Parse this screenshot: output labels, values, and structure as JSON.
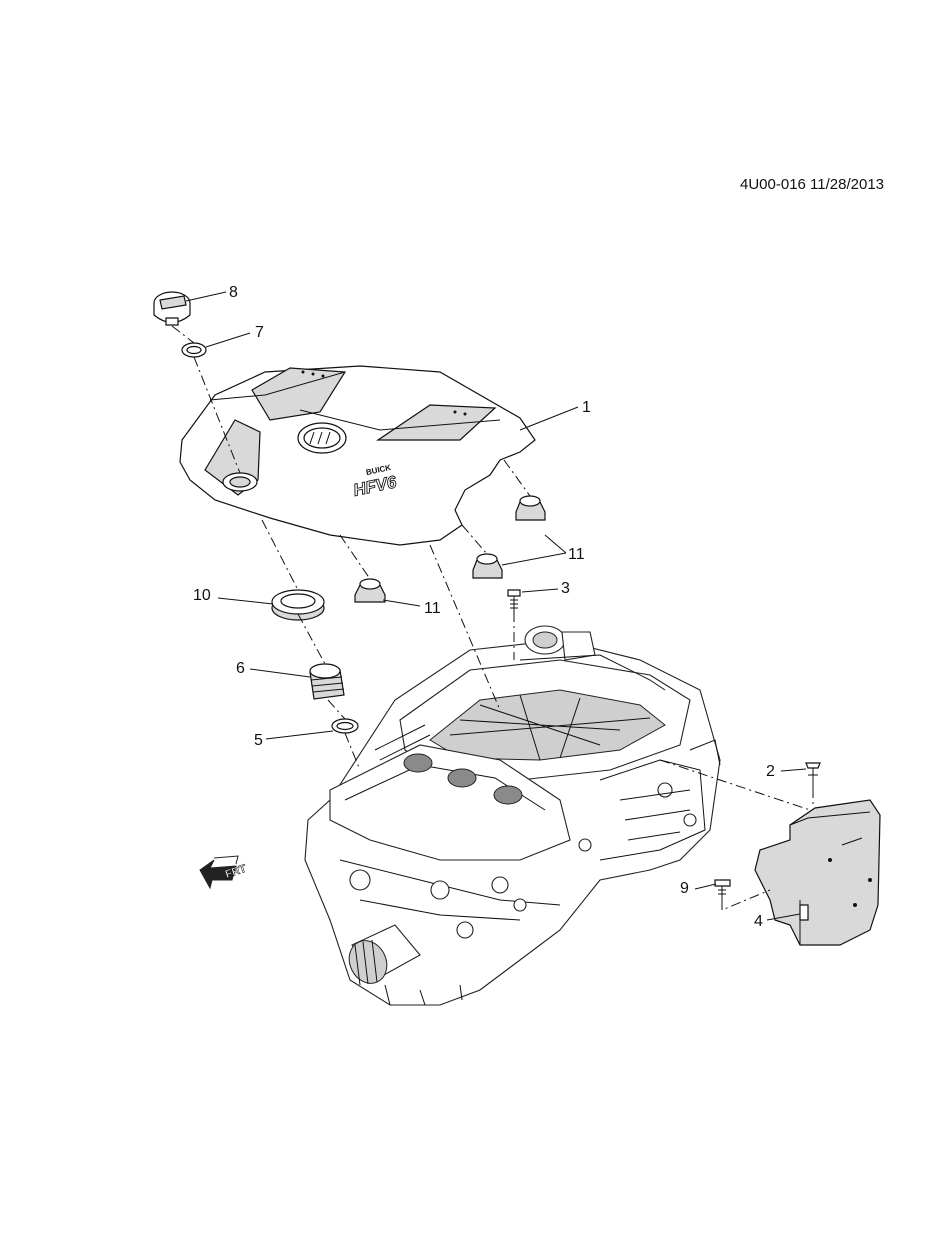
{
  "header": {
    "doc_id": "4U00-016 11/28/2013"
  },
  "callouts": {
    "c1": "1",
    "c2": "2",
    "c3": "3",
    "c4": "4",
    "c5": "5",
    "c6": "6",
    "c7": "7",
    "c8": "8",
    "c9": "9",
    "c10": "10",
    "c11a": "11",
    "c11b": "11"
  },
  "cover_badge": {
    "line1": "BUICK",
    "line2": "HFV6"
  },
  "direction_indicator": {
    "label": "FRT"
  }
}
